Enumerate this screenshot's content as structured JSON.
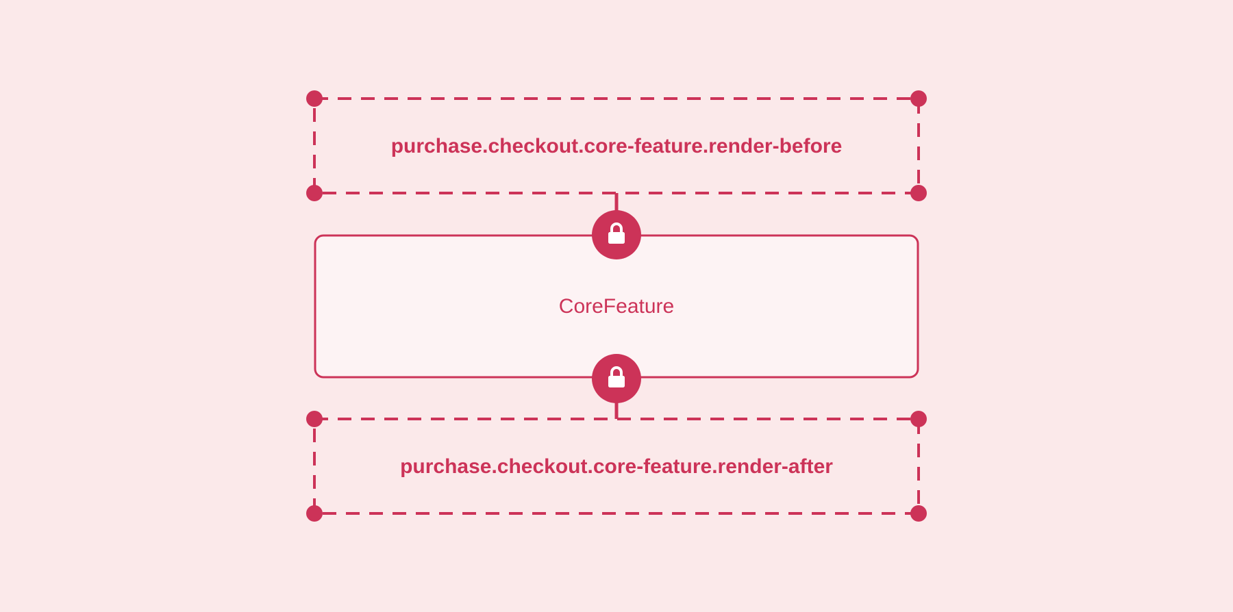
{
  "colors": {
    "background": "#fbe9ea",
    "accent": "#cc3358",
    "core_fill": "#fdf3f4",
    "icon_fill": "#ffffff"
  },
  "slots": {
    "before": {
      "label": "purchase.checkout.core-feature.render-before"
    },
    "after": {
      "label": "purchase.checkout.core-feature.render-after"
    }
  },
  "core": {
    "label": "CoreFeature"
  },
  "icons": {
    "top_lock": "lock-icon",
    "bottom_lock": "lock-icon"
  }
}
